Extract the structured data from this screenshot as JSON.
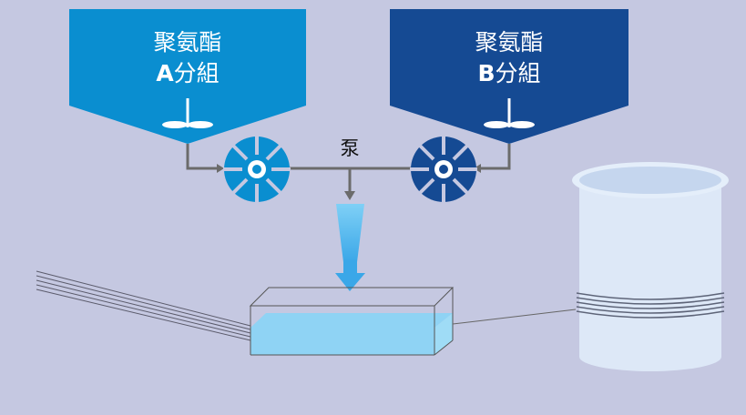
{
  "tank_a": {
    "name": "聚氨酯",
    "letter": "A",
    "suffix": "分組",
    "color": "#0a8ed0"
  },
  "tank_b": {
    "name": "聚氨酯",
    "letter": "B",
    "suffix": "分組",
    "color": "#154a93"
  },
  "pump_label": "泵",
  "colors": {
    "background": "#c5c8e1",
    "pump_a": "#0a8ed0",
    "pump_b": "#154a93",
    "pipe": "#6b6b6b",
    "nozzle": "#3aa7e8",
    "bath": "#8fd3f4",
    "drum": "#dde8f7"
  }
}
